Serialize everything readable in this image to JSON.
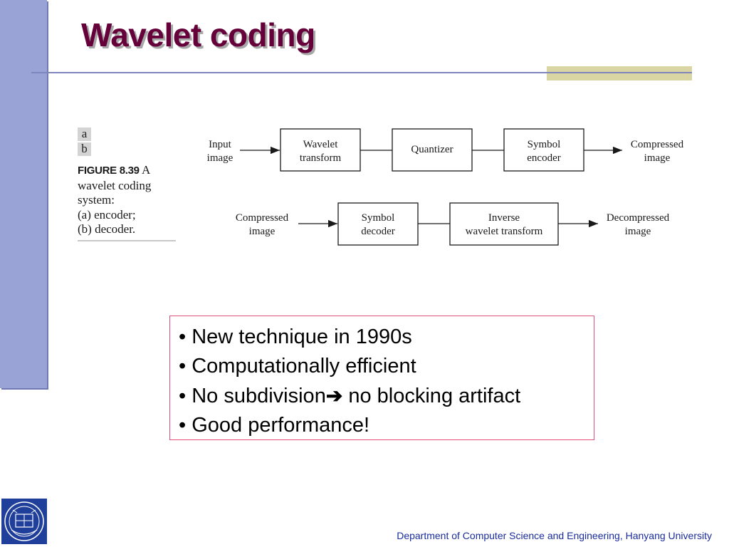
{
  "slide": {
    "title": "Wavelet coding",
    "footer": "Department of Computer Science and Engineering, Hanyang University"
  },
  "figure": {
    "panel_letters": [
      "a",
      "b"
    ],
    "caption_label": "FIGURE 8.39",
    "caption_lines": [
      "A",
      "wavelet coding",
      "system:",
      "(a) encoder;",
      "(b) decoder."
    ],
    "encoder": {
      "input_label": [
        "Input",
        "image"
      ],
      "blocks": [
        [
          "Wavelet",
          "transform"
        ],
        [
          "Quantizer"
        ],
        [
          "Symbol",
          "encoder"
        ]
      ],
      "output_label": [
        "Compressed",
        "image"
      ]
    },
    "decoder": {
      "input_label": [
        "Compressed",
        "image"
      ],
      "blocks": [
        [
          "Symbol",
          "decoder"
        ],
        [
          "Inverse",
          "wavelet transform"
        ]
      ],
      "output_label": [
        "Decompressed",
        "image"
      ]
    }
  },
  "bullets": {
    "marker": "•",
    "items": [
      {
        "text": "New technique in 1990s"
      },
      {
        "text": "Computationally efficient"
      },
      {
        "text": "No subdivision",
        "arrow": "➔",
        "text_after": " no blocking artifact"
      },
      {
        "text": "Good performance!"
      }
    ]
  },
  "colors": {
    "title": "#66003a",
    "sidebar": "#99a3d6",
    "box_border": "#e0507a",
    "footer": "#1a2c9c"
  },
  "icons": {
    "logo": "university-seal-icon",
    "arrow": "right-arrow-icon"
  }
}
